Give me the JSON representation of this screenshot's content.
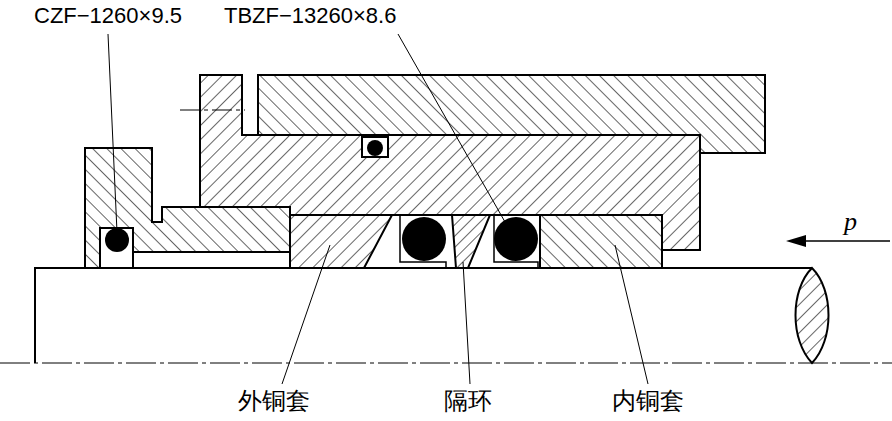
{
  "diagram": {
    "labels": [
      "CZF−1260×9.5",
      "TBZF−13260×8.6",
      "p",
      "外铜套",
      "隔环",
      "内铜套"
    ]
  }
}
